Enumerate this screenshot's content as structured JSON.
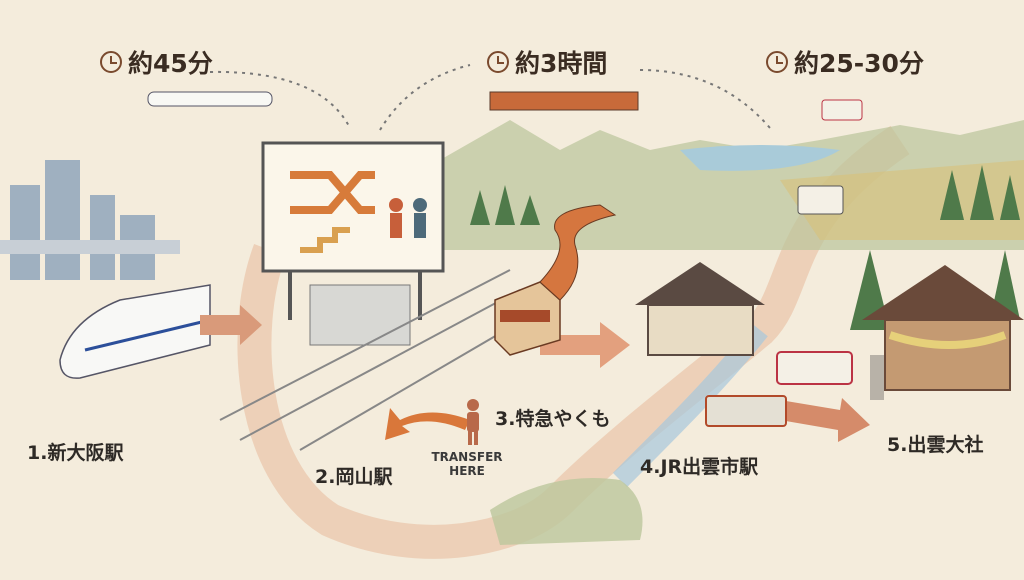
{
  "times": [
    {
      "label": "約45分",
      "icon": "clock-icon"
    },
    {
      "label": "約3時間",
      "icon": "clock-icon"
    },
    {
      "label": "約25-30分",
      "icon": "clock-icon"
    }
  ],
  "stations": [
    {
      "label": "1.新大阪駅"
    },
    {
      "label": "2.岡山駅"
    },
    {
      "label": "3.特急やくも"
    },
    {
      "label": "4.JR出雲市駅"
    },
    {
      "label": "5.出雲大社"
    }
  ],
  "transfer": {
    "line1": "TRANSFER",
    "line2": "HERE"
  },
  "colors": {
    "background": "#f4ecdc",
    "route": "#e0a07a",
    "train": "#d5763f",
    "shrine": "#8a5a3a"
  }
}
